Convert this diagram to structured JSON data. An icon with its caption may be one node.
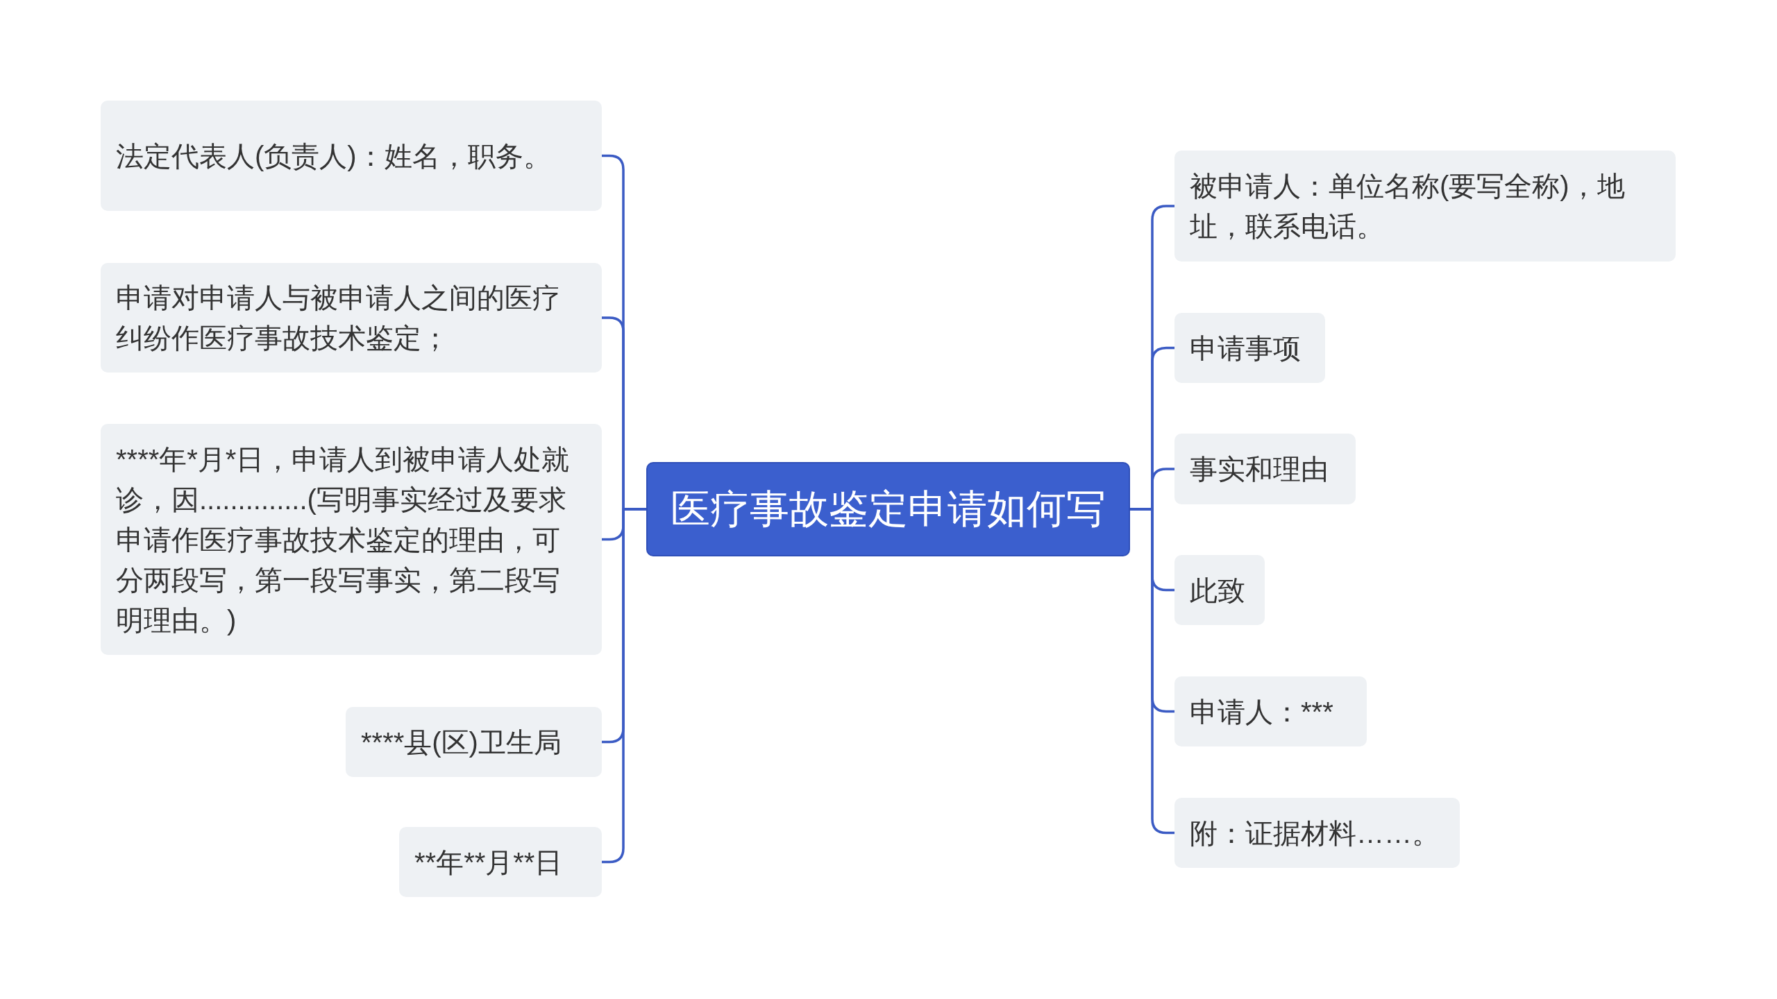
{
  "diagram": {
    "nodes": [
      {
        "text": [
          "医疗事故鉴定申请如何写"
        ]
      },
      {
        "text": [
          "被申请人：单位名称(要写全称)，地址，联系电话。"
        ]
      },
      {
        "text": [
          "申请事项"
        ]
      },
      {
        "text": [
          "事实和理由"
        ]
      },
      {
        "text": [
          "此致"
        ]
      },
      {
        "text": [
          "申请人：***"
        ]
      },
      {
        "text": [
          "附：证据材料……。"
        ]
      },
      {
        "text": [
          "法定代表人(负责人)：姓名，职务。"
        ]
      },
      {
        "text": [
          "申请对申请人与被申请人之间的医疗纠纷作医疗事故技术鉴定；"
        ]
      },
      {
        "text": [
          "****年*月*日，申请人到被申请人处就诊，因..............(写明事实经过及要求申请作医疗事故技术鉴定的理由，可分两段写，第一段写事实，第二段写明理由。)"
        ]
      },
      {
        "text": [
          "****县(区)卫生局"
        ]
      },
      {
        "text": [
          "**年**月**日"
        ]
      }
    ],
    "edges": [
      {
        "from": 0,
        "to": 1,
        "arrow": "none"
      },
      {
        "from": 0,
        "to": 2,
        "arrow": "none"
      },
      {
        "from": 0,
        "to": 3,
        "arrow": "none"
      },
      {
        "from": 0,
        "to": 4,
        "arrow": "none"
      },
      {
        "from": 0,
        "to": 5,
        "arrow": "none"
      },
      {
        "from": 0,
        "to": 6,
        "arrow": "none"
      },
      {
        "from": 0,
        "to": 7,
        "arrow": "none"
      },
      {
        "from": 0,
        "to": 8,
        "arrow": "none"
      },
      {
        "from": 0,
        "to": 9,
        "arrow": "none"
      },
      {
        "from": 0,
        "to": 10,
        "arrow": "none"
      },
      {
        "from": 0,
        "to": 11,
        "arrow": "none"
      }
    ]
  }
}
